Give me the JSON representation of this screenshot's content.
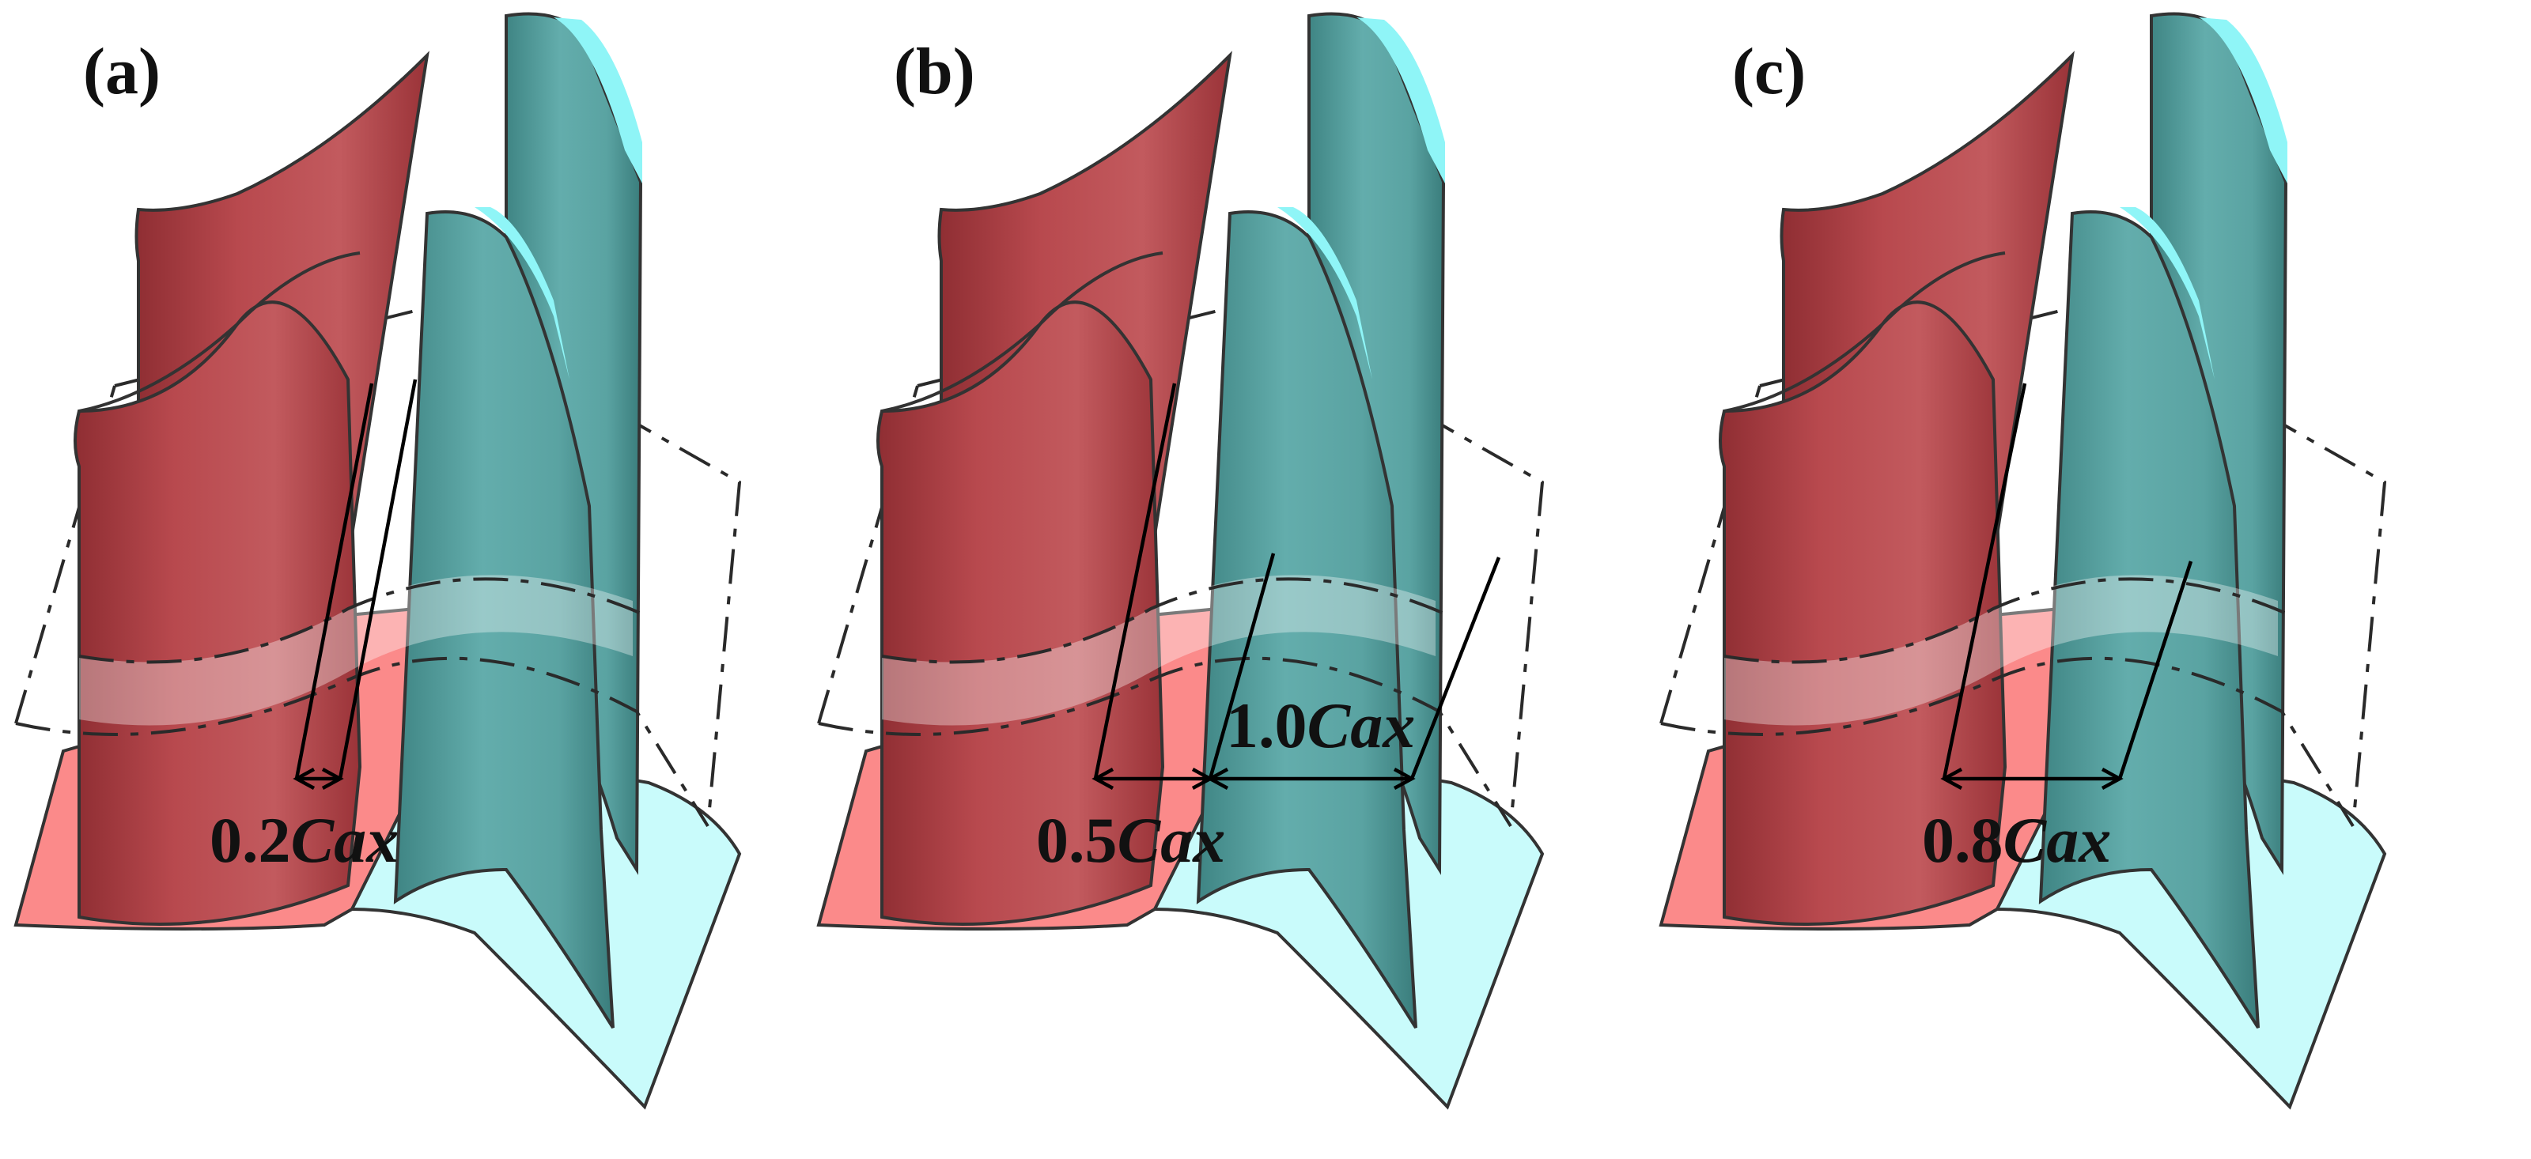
{
  "panels": [
    {
      "id": "a",
      "label": "(a)",
      "gap_coef": "0.2",
      "gap_var": "Cax",
      "extra_coef": "",
      "extra_var": ""
    },
    {
      "id": "b",
      "label": "(b)",
      "gap_coef": "0.5",
      "gap_var": "Cax",
      "extra_coef": "1.0",
      "extra_var": "Cax"
    },
    {
      "id": "c",
      "label": "(c)",
      "gap_coef": "0.8",
      "gap_var": "Cax",
      "extra_coef": "",
      "extra_var": ""
    }
  ],
  "gap_fraction": [
    0.2,
    0.5,
    0.8
  ],
  "colors": {
    "stator_blade": "#b5454a",
    "stator_blade_dark": "#8f2e33",
    "stator_hub": "#fb8a8a",
    "rotor_blade": "#5aa3a2",
    "rotor_blade_dark": "#3f8584",
    "rotor_hub": "#c9fbfb",
    "rotor_tip": "#8ff5f7",
    "interface_band": "#e7b6b6",
    "outline": "#333333"
  }
}
